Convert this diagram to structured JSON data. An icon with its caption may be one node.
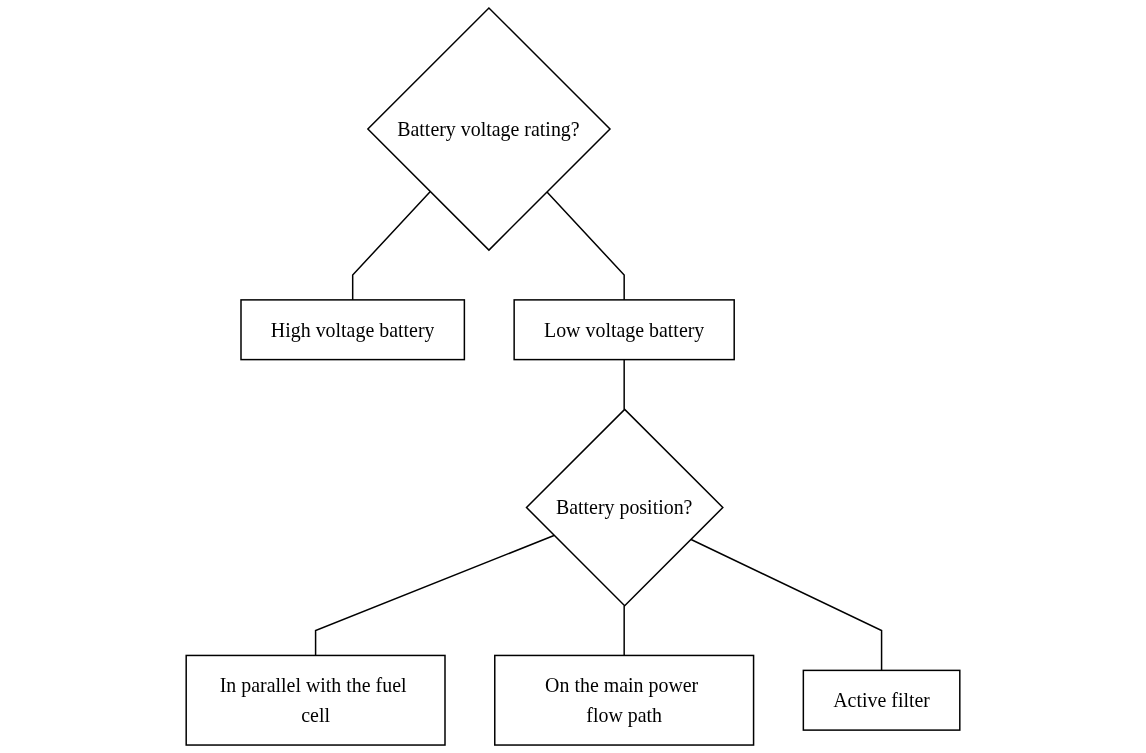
{
  "diagram": {
    "nodes": [
      {
        "text": [
          "Battery voltage rating?"
        ]
      },
      {
        "text": [
          "High voltage battery"
        ]
      },
      {
        "text": [
          "Low voltage battery"
        ]
      },
      {
        "text": [
          "Battery position?"
        ]
      },
      {
        "text": [
          "In parallel with the fuel cell"
        ]
      },
      {
        "text": [
          "On the main power flow path"
        ]
      },
      {
        "text": [
          "Active filter"
        ]
      }
    ],
    "edges": [
      {
        "from": 0,
        "to": 1,
        "arrow": "none"
      },
      {
        "from": 0,
        "to": 2,
        "arrow": "none"
      },
      {
        "from": 2,
        "to": 3,
        "arrow": "none"
      },
      {
        "from": 3,
        "to": 4,
        "arrow": "none"
      },
      {
        "from": 3,
        "to": 5,
        "arrow": "none"
      },
      {
        "from": 3,
        "to": 6,
        "arrow": "none"
      }
    ]
  }
}
